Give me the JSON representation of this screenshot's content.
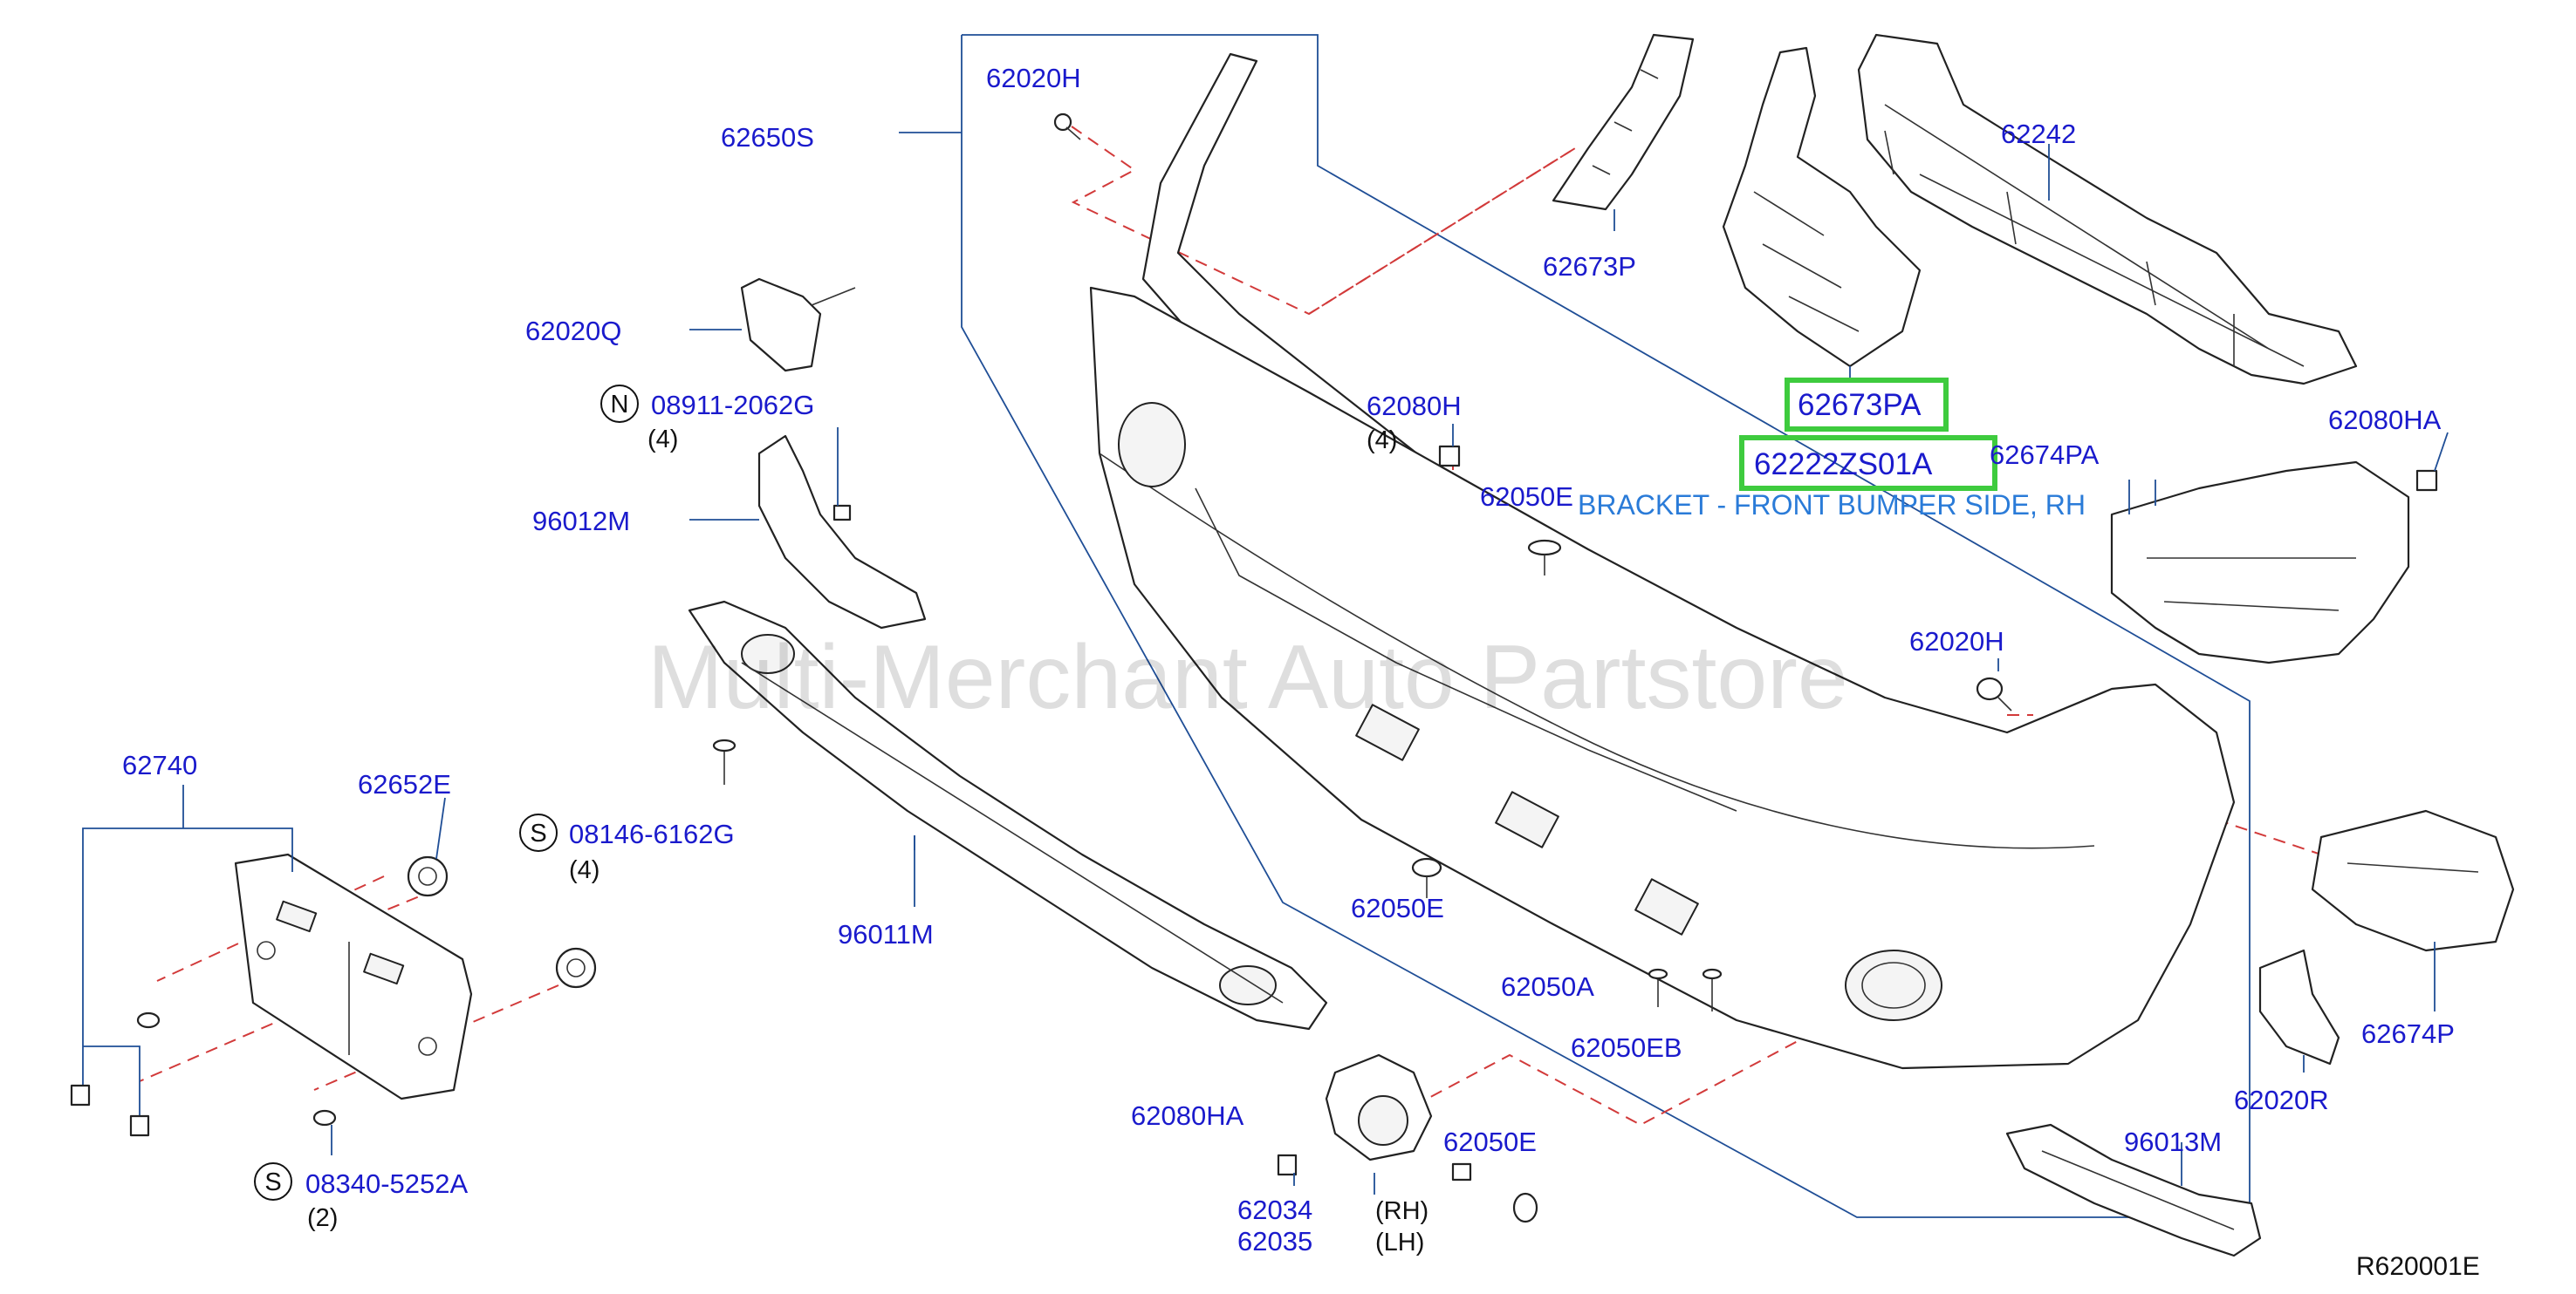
{
  "labels": {
    "p62020H_top": "62020H",
    "p62650S": "62650S",
    "p62673P": "62673P",
    "p62242": "62242",
    "p62020Q": "62020Q",
    "p08911": "08911-2062G",
    "p08911_qty": "(4)",
    "p62080H": "62080H",
    "p62080H_qty": "(4)",
    "p62673PA": "62673PA",
    "p62222ZS01A": "62222ZS01A",
    "p62674PA": "62674PA",
    "p62080HA_right": "62080HA",
    "p62050E_mid": "62050E",
    "desc_bracket": "BRACKET - FRONT BUMPER SIDE, RH",
    "p96012M": "96012M",
    "p62020H_right": "62020H",
    "p62740": "62740",
    "p62652E": "62652E",
    "p08146": "08146-6162G",
    "p08146_qty": "(4)",
    "p96011M": "96011M",
    "p62050E_low": "62050E",
    "p62050A": "62050A",
    "p62050EB": "62050EB",
    "p62674P": "62674P",
    "p62020R": "62020R",
    "p62080HA_low": "62080HA",
    "p62050E_fog": "62050E",
    "p62034": "62034",
    "p62035": "62035",
    "rh": "(RH)",
    "lh": "(LH)",
    "p96013M": "96013M",
    "p08340": "08340-5252A",
    "p08340_qty": "(2)",
    "ref_code": "R620001E"
  },
  "symbols": {
    "nut": "N",
    "screw_a": "S",
    "screw_b": "S"
  },
  "watermark": "Multi-Merchant Auto Partstore",
  "highlight": {
    "color": "#3ecb3e",
    "parts": [
      "62673PA",
      "62222ZS01A"
    ]
  },
  "colors": {
    "part_number": "#1a1acc",
    "description": "#2a7bd8",
    "leader": "#1f4e96",
    "dashed_line": "#d23a3a"
  }
}
